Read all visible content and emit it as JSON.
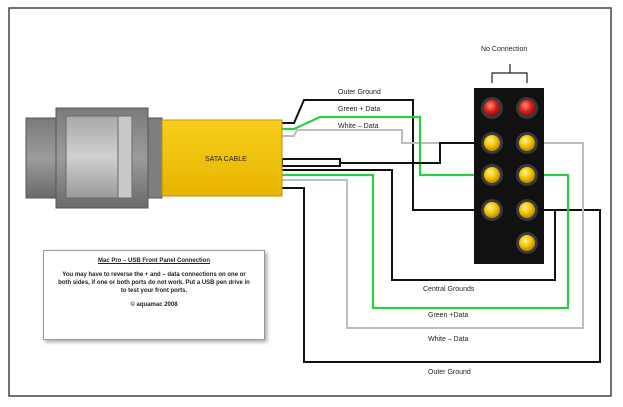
{
  "labels": {
    "no_connection": "No Connection",
    "outer_ground_top": "Outer Ground",
    "green_data_top": "Green + Data",
    "white_data_top": "White – Data",
    "sata_cable": "SATA CABLE",
    "central_grounds": "Central Grounds",
    "green_data_bottom": "Green +Data",
    "white_data_bottom": "White – Data",
    "outer_ground_bottom": "Outer Ground"
  },
  "note": {
    "title": "Mac Pro – USB Front Panel Connection",
    "body": "You may have to reverse the + and – data connections on one or both sides, if one or both ports do not work. Put a USB pen drive in to test your front ports.",
    "copyright": "© aquamac 2008"
  },
  "colors": {
    "border": "#444444",
    "cable_yellow": "#f5c400",
    "pin_yellow": "#f5c400",
    "pin_red": "#e0201a",
    "header_black": "#111111",
    "wire_black": "#111111",
    "wire_green": "#2ecc40",
    "wire_white": "#bdbdbd",
    "plug_gray": "#8a8a8a"
  }
}
